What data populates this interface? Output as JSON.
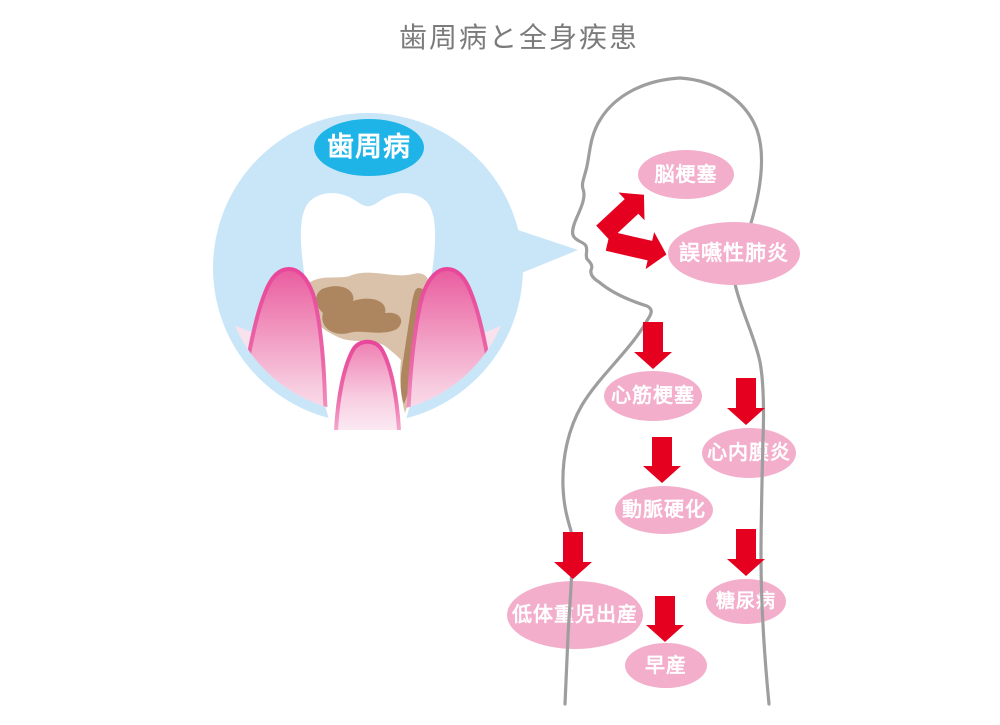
{
  "title": "歯周病と全身疾患",
  "bubble": {
    "label": "歯周病"
  },
  "diseases": [
    {
      "label": "脳梗塞"
    },
    {
      "label": "誤嚥性肺炎"
    },
    {
      "label": "心筋梗塞"
    },
    {
      "label": "心内膜炎"
    },
    {
      "label": "動脈硬化"
    },
    {
      "label": "低体重児出産"
    },
    {
      "label": "糖尿病"
    },
    {
      "label": "早産"
    }
  ],
  "colors": {
    "oval_pink": "#f3aecb",
    "arrow_red": "#e50020",
    "bubble_blue": "#c9e6f8",
    "label_cyan": "#1fb4e7",
    "body_outline_gray": "#9e9e9e",
    "gum_magenta": "#e8469a",
    "tartar_light": "#d9c2a9",
    "tartar_dark": "#ad8660",
    "title_gray": "#7b7b7b"
  }
}
